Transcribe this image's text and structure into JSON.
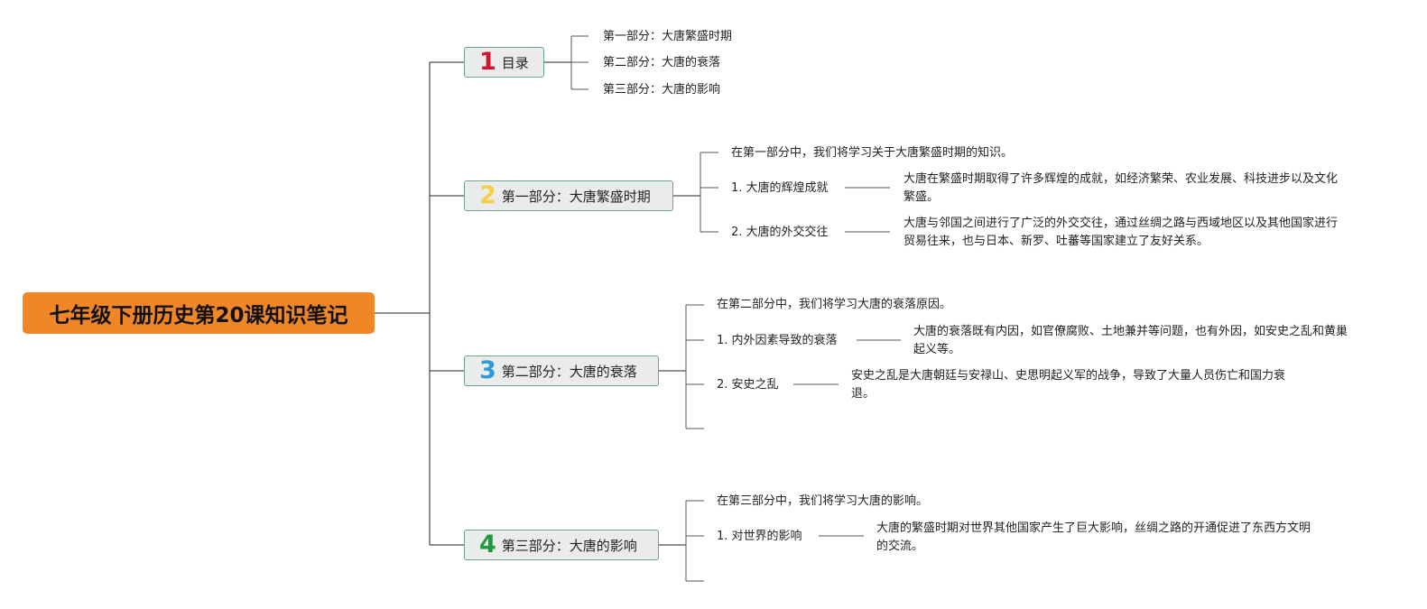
{
  "root": {
    "title": "七年级下册历史第20课知识笔记",
    "color": "#f08625"
  },
  "branches": [
    {
      "number": "1",
      "number_color": "#d0152c",
      "label": "目录",
      "items": [
        {
          "text": "第一部分：大唐繁盛时期"
        },
        {
          "text": "第二部分：大唐的衰落"
        },
        {
          "text": "第三部分：大唐的影响"
        }
      ]
    },
    {
      "number": "2",
      "number_color": "#f5cf45",
      "label": "第一部分：大唐繁盛时期",
      "items": [
        {
          "text": "在第一部分中，我们将学习关于大唐繁盛时期的知识。"
        },
        {
          "text": "1. 大唐的辉煌成就",
          "detail": "大唐在繁盛时期取得了许多辉煌的成就，如经济繁荣、农业发展、科技进步以及文化繁盛。"
        },
        {
          "text": "2. 大唐的外交交往",
          "detail": "大唐与邻国之间进行了广泛的外交交往，通过丝绸之路与西域地区以及其他国家进行贸易往来，也与日本、新罗、吐蕃等国家建立了友好关系。"
        }
      ]
    },
    {
      "number": "3",
      "number_color": "#2f9ad8",
      "label": "第二部分：大唐的衰落",
      "items": [
        {
          "text": "在第二部分中，我们将学习大唐的衰落原因。"
        },
        {
          "text": "1. 内外因素导致的衰落",
          "detail": "大唐的衰落既有内因，如官僚腐败、土地兼并等问题，也有外因，如安史之乱和黄巢起义等。"
        },
        {
          "text": "2. 安史之乱",
          "detail": "安史之乱是大唐朝廷与安禄山、史思明起义军的战争，导致了大量人员伤亡和国力衰退。"
        },
        {
          "text": ""
        }
      ]
    },
    {
      "number": "4",
      "number_color": "#1e9a3a",
      "label": "第三部分：大唐的影响",
      "items": [
        {
          "text": "在第三部分中，我们将学习大唐的影响。"
        },
        {
          "text": "1. 对世界的影响",
          "detail": "大唐的繁盛时期对世界其他国家产生了巨大影响，丝绸之路的开通促进了东西方文明的交流。"
        },
        {
          "text": ""
        }
      ]
    }
  ]
}
